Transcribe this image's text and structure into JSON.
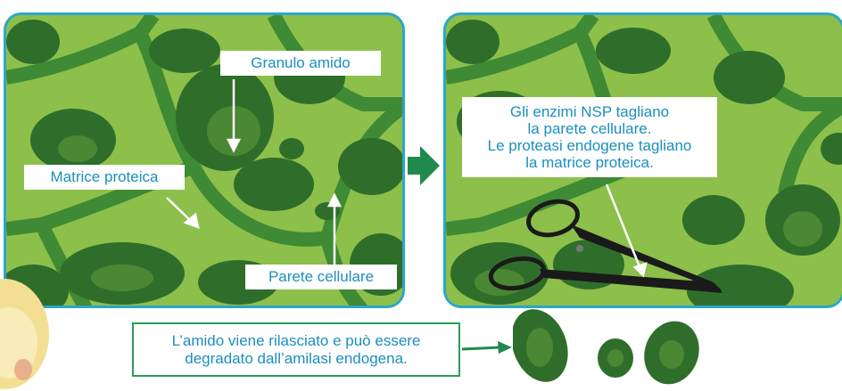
{
  "colors": {
    "panel_border": "#2aa6c9",
    "matrix_green": "#8cc04a",
    "wall_green": "#3f8a34",
    "granule_green": "#2f6e2a",
    "label_text": "#1b8fbe",
    "arrow_green": "#1f8a4c"
  },
  "left_panel": {
    "granule_label": "Granulo amido",
    "matrix_label": "Matrice proteica",
    "wall_label": "Parete cellulare"
  },
  "right_panel": {
    "enzyme_line1": "Gli enzimi NSP tagliano",
    "enzyme_line2": "la parete cellulare.",
    "enzyme_line3": "Le proteasi endogene tagliano",
    "enzyme_line4": "la matrice proteica.",
    "tool_icon": "scissors-icon"
  },
  "bottom_note": {
    "line1": "L’amido viene rilasciato e può essere",
    "line2": "degradato dall’amilasi endogena."
  }
}
